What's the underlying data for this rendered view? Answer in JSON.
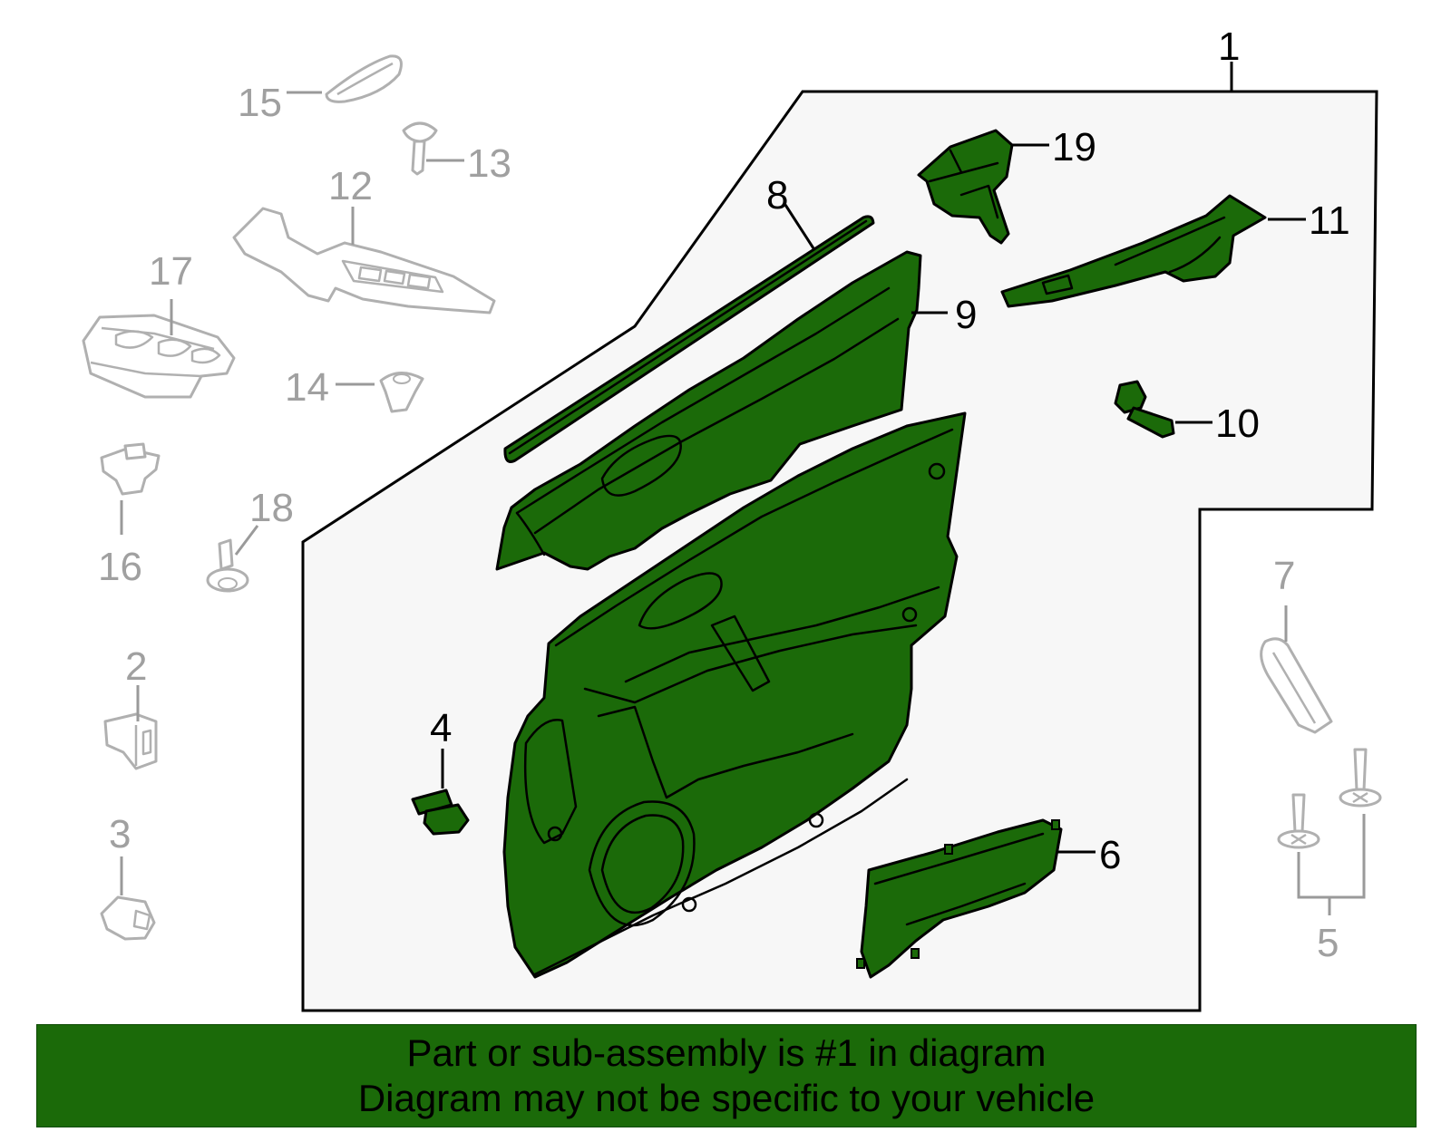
{
  "callouts": {
    "c1": "1",
    "c2": "2",
    "c3": "3",
    "c4": "4",
    "c5": "5",
    "c6": "6",
    "c7": "7",
    "c8": "8",
    "c9": "9",
    "c10": "10",
    "c11": "11",
    "c12": "12",
    "c13": "13",
    "c14": "14",
    "c15": "15",
    "c16": "16",
    "c17": "17",
    "c18": "18",
    "c19": "19"
  },
  "colors": {
    "highlight_green": "#1b6a09",
    "outline_black": "#000000",
    "inactive_grey": "#a0a0a0",
    "box_fill": "#f7f7f7"
  },
  "banner": {
    "line1": "Part or sub-assembly is #1 in diagram",
    "line2": "Diagram may not be specific to your vehicle"
  }
}
